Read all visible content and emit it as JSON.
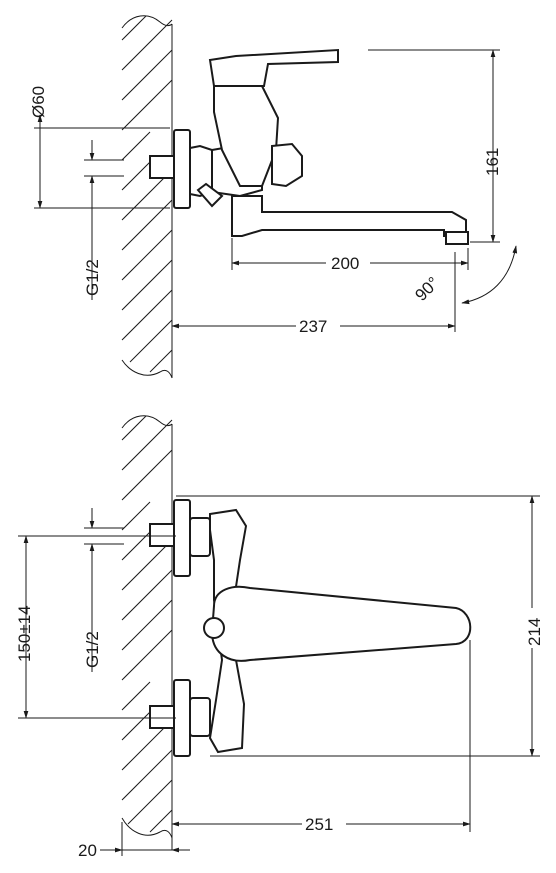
{
  "top_view": {
    "dim_diameter": "Ø60",
    "dim_thread": "G1/2",
    "dim_height": "161",
    "dim_spout": "200",
    "dim_angle": "90°",
    "dim_depth": "237"
  },
  "front_view": {
    "dim_centers": "150±14",
    "dim_thread": "G1/2",
    "dim_height": "214",
    "dim_width": "251",
    "dim_offset": "20"
  }
}
